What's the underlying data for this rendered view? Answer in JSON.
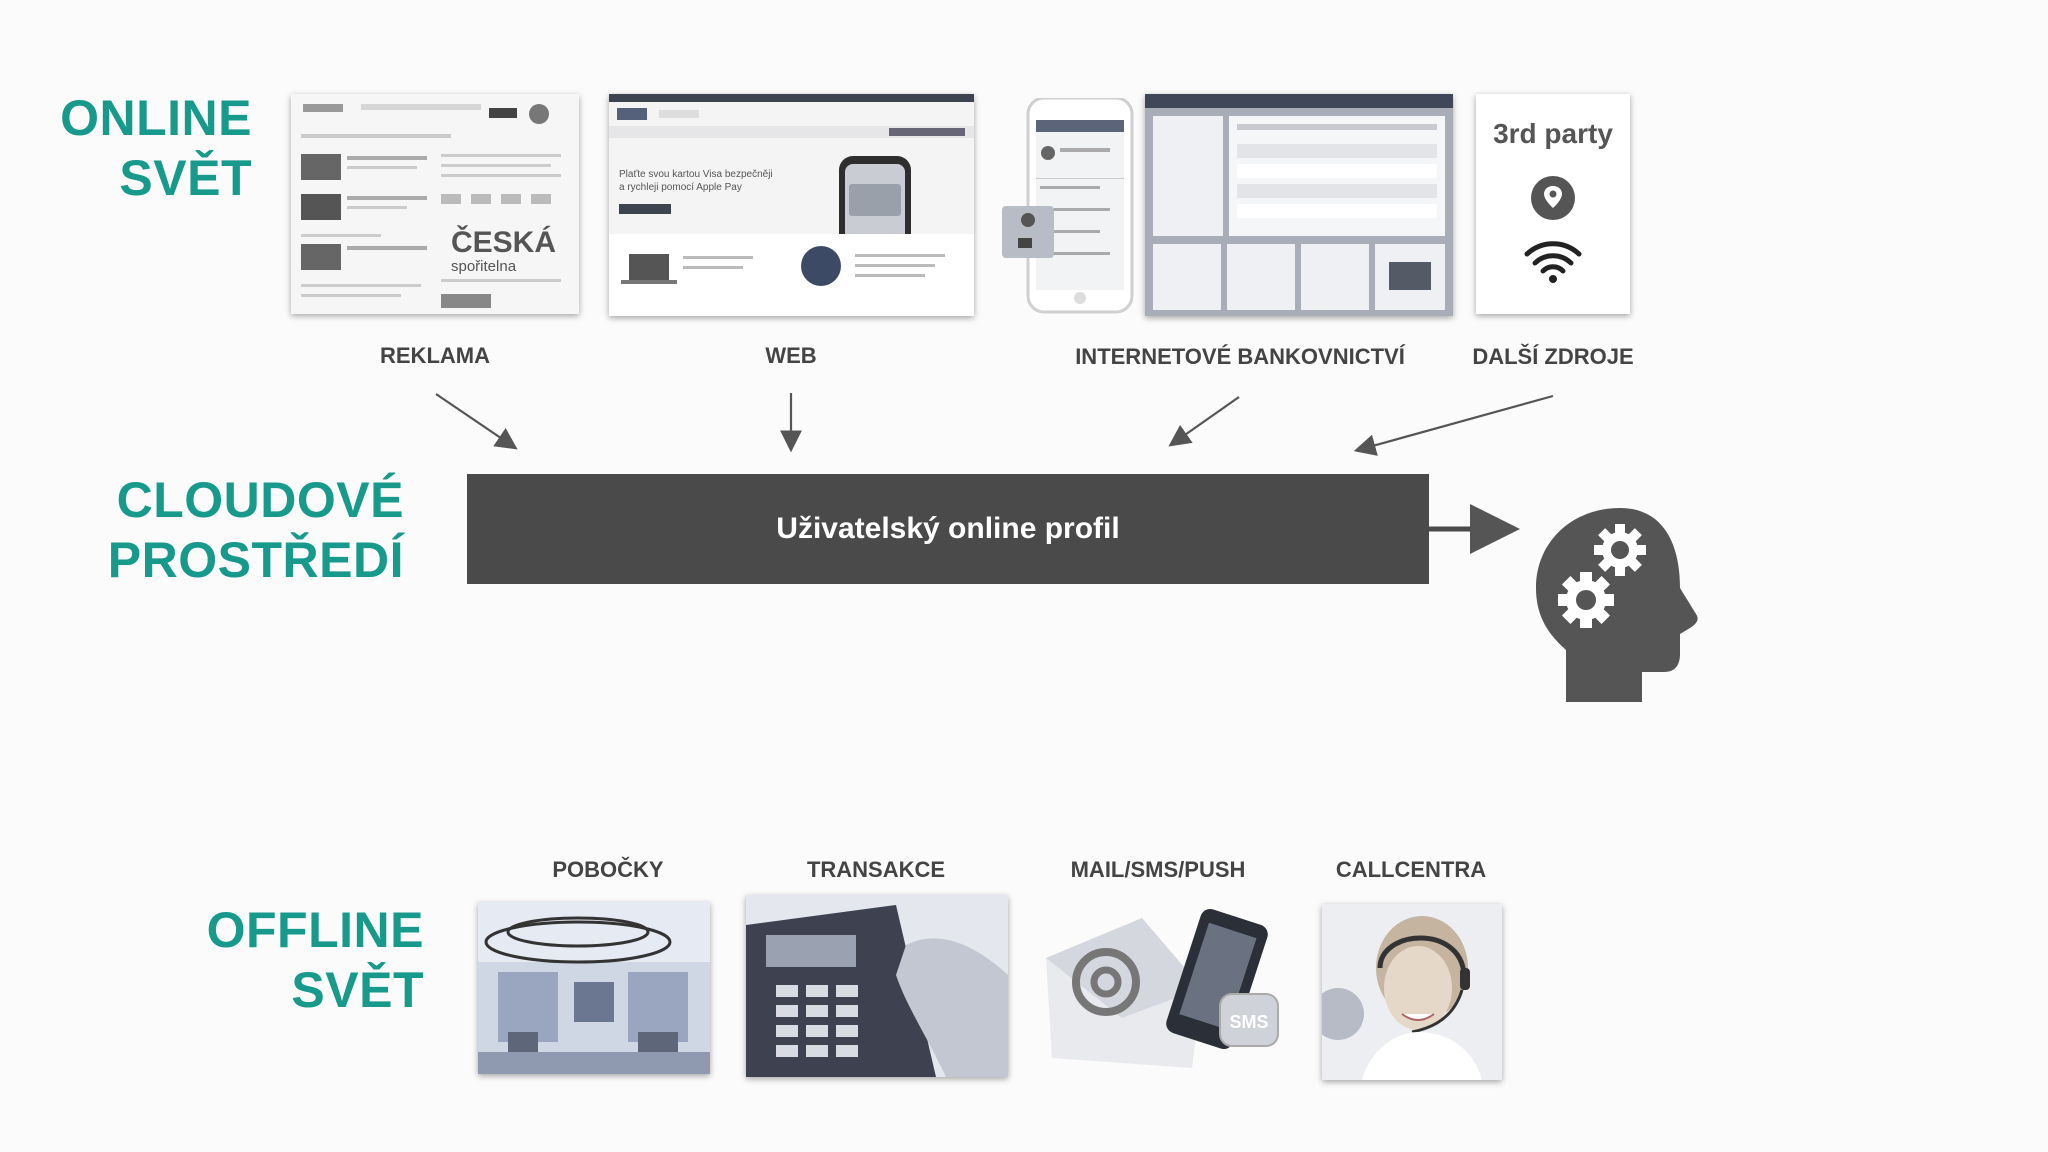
{
  "headings": {
    "online": [
      "ONLINE",
      "SVĚT"
    ],
    "cloud": [
      "CLOUDOVÉ",
      "PROSTŘEDÍ"
    ],
    "offline": [
      "OFFLINE",
      "SVĚT"
    ]
  },
  "online_sources": [
    {
      "label": "REKLAMA"
    },
    {
      "label": "WEB"
    },
    {
      "label": "INTERNETOVÉ BANKOVNICTVÍ"
    },
    {
      "label": "DALŠÍ ZDROJE"
    }
  ],
  "ad_thumb": {
    "brand_line1": "ČESKÁ",
    "brand_line2": "spořitelna"
  },
  "web_thumb": {
    "headline_line1": "Plaťte svou kartou Visa bezpečněji",
    "headline_line2": "a rychleji pomocí Apple Pay"
  },
  "third_party": {
    "title": "3rd party",
    "icons": [
      "location-pin-icon",
      "wifi-icon"
    ]
  },
  "profile_bar": {
    "label": "Uživatelský online profil"
  },
  "brain_icon": "head-gears-icon",
  "offline_sources": [
    {
      "label": "POBOČKY"
    },
    {
      "label": "TRANSAKCE"
    },
    {
      "label": "MAIL/SMS/PUSH"
    },
    {
      "label": "CALLCENTRA"
    }
  ],
  "mail_thumb": {
    "sms_badge": "SMS"
  },
  "colors": {
    "heading": "#179a8c",
    "bar": "#4a4a4a",
    "label": "#444444",
    "icon": "#555555"
  }
}
